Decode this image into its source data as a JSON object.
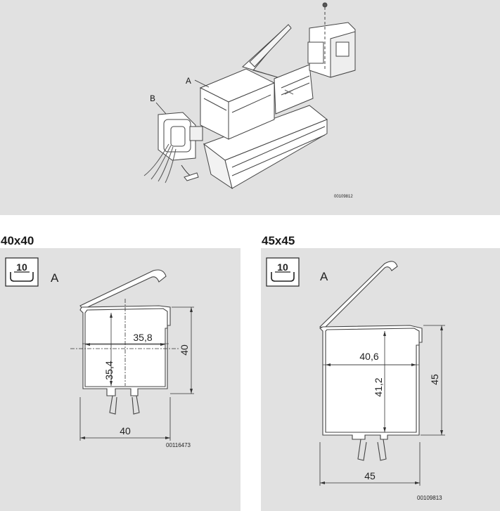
{
  "overview": {
    "label_a": "A",
    "label_b": "B",
    "code": "00109812"
  },
  "left": {
    "heading": "40x40",
    "icon_number": "10",
    "label": "A",
    "dim_inner_width": "35,8",
    "dim_inner_height": "35,4",
    "dim_height": "40",
    "dim_width": "40",
    "code": "00116473"
  },
  "right": {
    "heading": "45x45",
    "icon_number": "10",
    "label": "A",
    "dim_inner_width": "40,6",
    "dim_inner_height": "41,2",
    "dim_height": "45",
    "dim_width": "45",
    "code": "00109813"
  }
}
